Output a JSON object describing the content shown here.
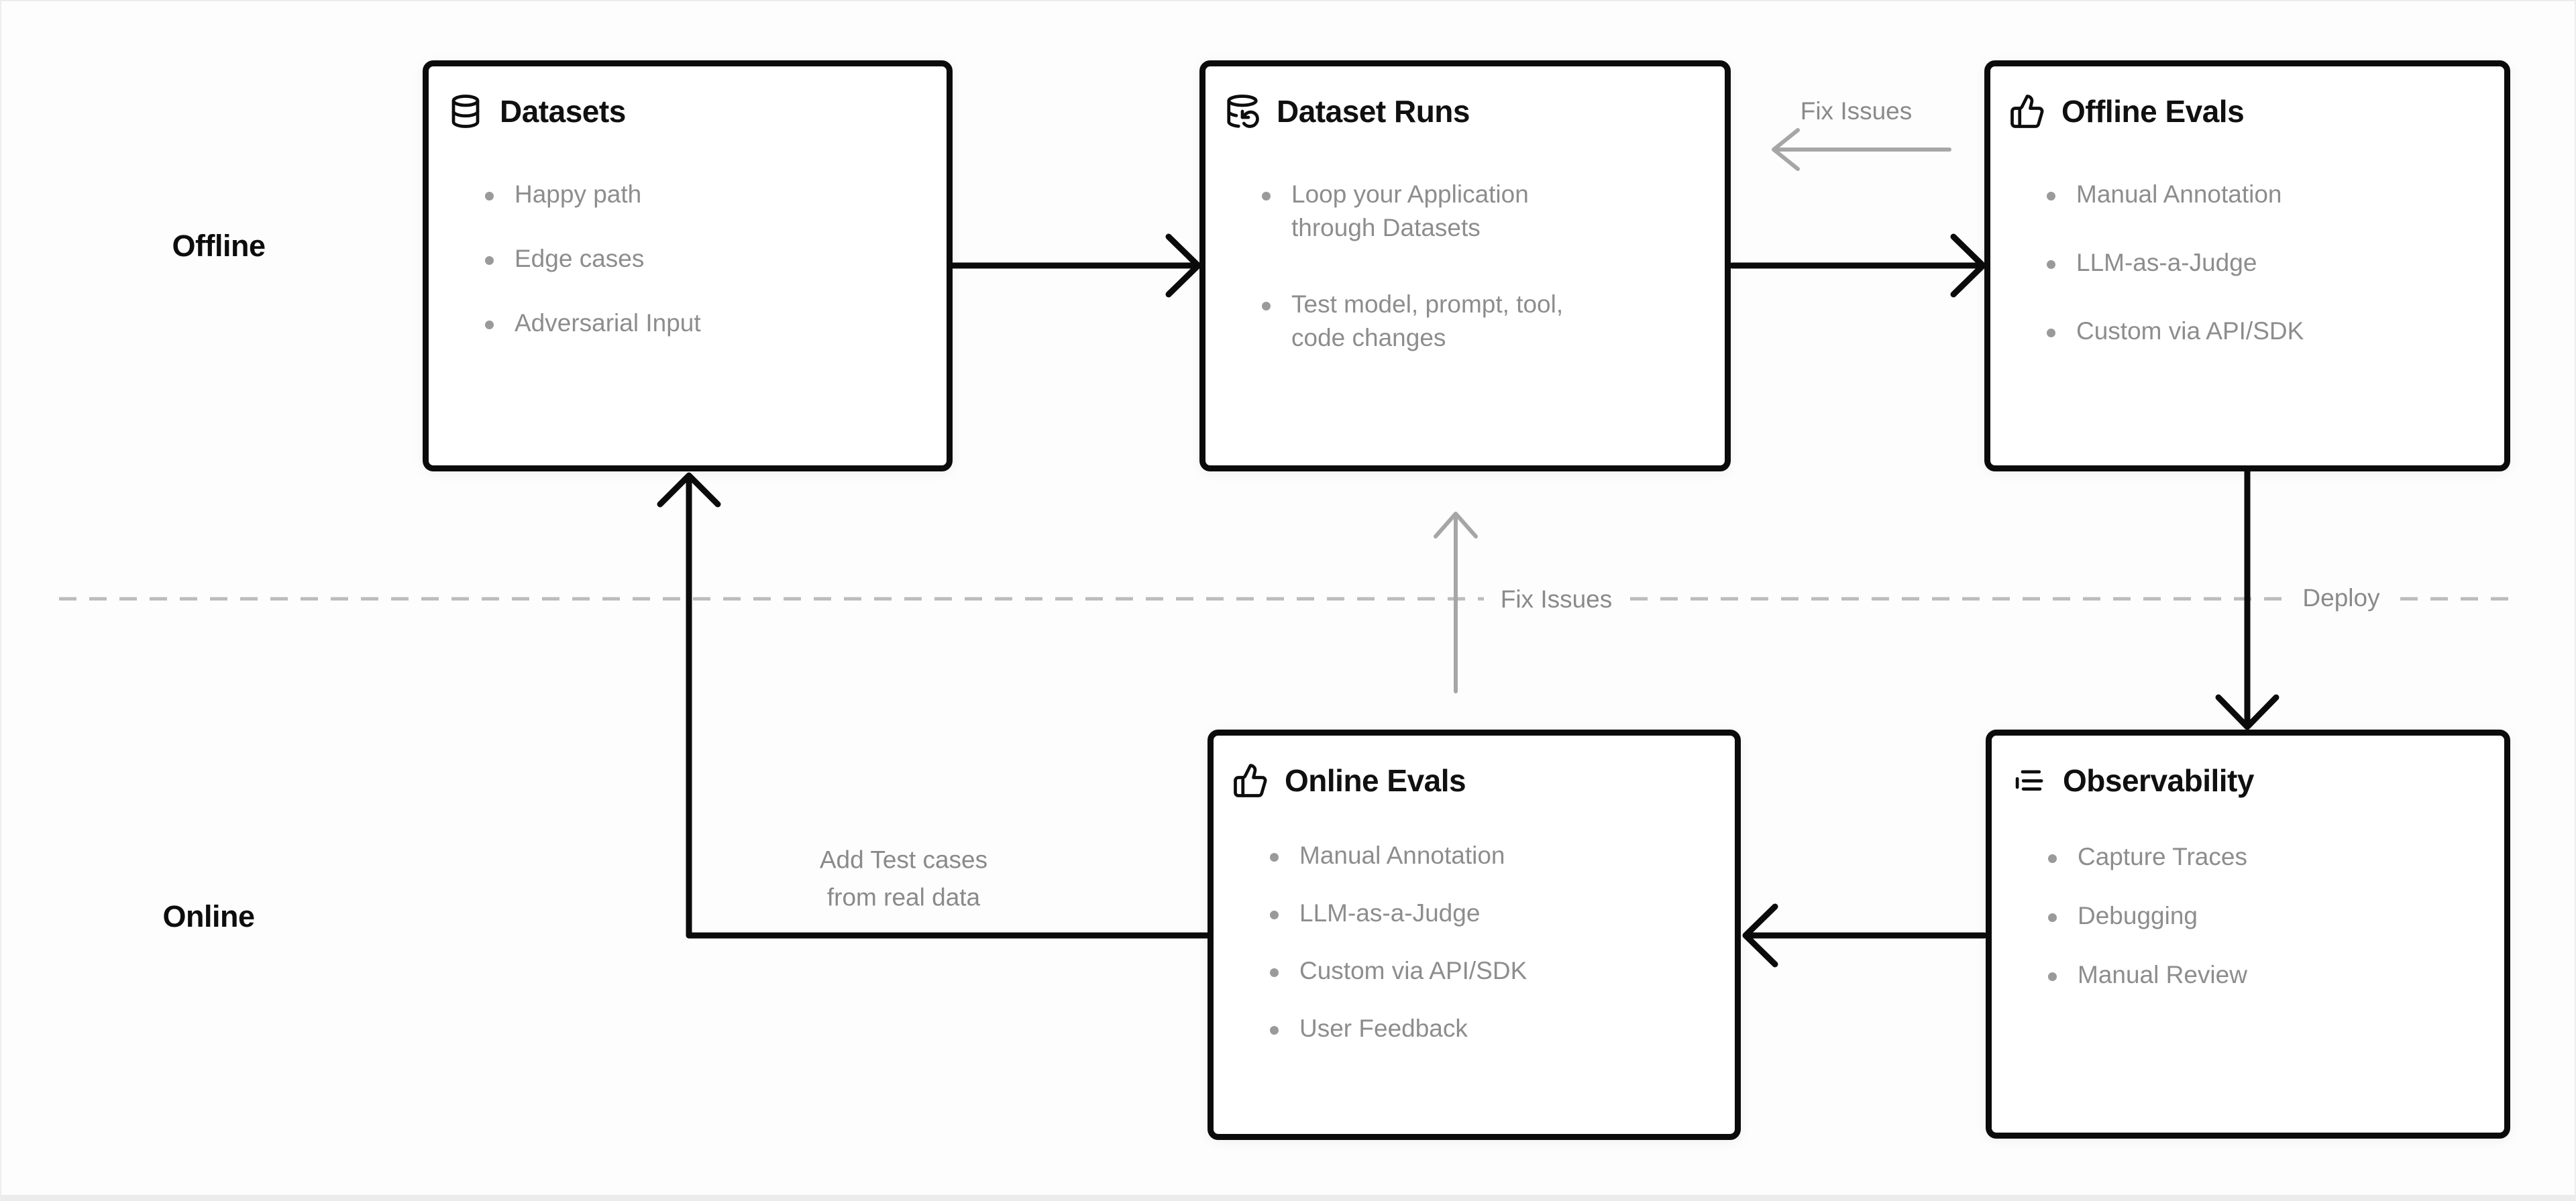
{
  "page": {
    "background": "#fdfdfd",
    "node_border_color": "#0b0b0b",
    "title_color": "#101010",
    "bullet_color": "#8d8d8d",
    "label_color": "#8a8a8a",
    "gray_arrow_color": "#a6a6a6",
    "dash_color": "#bcbcbc"
  },
  "lanes": {
    "offline_label": "Offline",
    "online_label": "Online"
  },
  "boxes": [
    {
      "id": "datasets",
      "icon": "database-icon",
      "title": "Datasets",
      "bullets": [
        "Happy path",
        "Edge cases",
        "Adversarial Input"
      ]
    },
    {
      "id": "dataset-runs",
      "icon": "database-refresh-icon",
      "title": "Dataset Runs",
      "bullets": [
        "Loop your Application through Datasets",
        "Test model, prompt, tool, code changes"
      ]
    },
    {
      "id": "offline-evals",
      "icon": "thumbs-up-icon",
      "title": "Offline Evals",
      "bullets": [
        "Manual Annotation",
        "LLM-as-a-Judge",
        "Custom via API/SDK"
      ]
    },
    {
      "id": "online-evals",
      "icon": "thumbs-up-icon",
      "title": "Online Evals",
      "bullets": [
        "Manual Annotation",
        "LLM-as-a-Judge",
        "Custom via API/SDK",
        "User Feedback"
      ]
    },
    {
      "id": "observability",
      "icon": "list-tree-icon",
      "title": "Observability",
      "bullets": [
        "Capture Traces",
        "Debugging",
        "Manual Review"
      ]
    }
  ],
  "edge_labels": {
    "fix_issues_top": "Fix Issues",
    "fix_issues_mid": "Fix Issues",
    "deploy": "Deploy",
    "add_test_cases_line1": "Add Test cases",
    "add_test_cases_line2": "from real data"
  }
}
